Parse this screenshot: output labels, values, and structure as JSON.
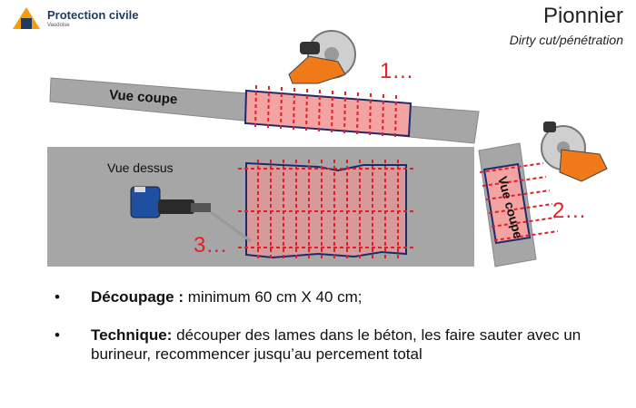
{
  "header": {
    "org_name": "Protection civile",
    "org_sub": "Vaudoise",
    "title": "Pionnier",
    "subtitle": "Dirty cut/pénétration"
  },
  "diagram": {
    "label_vue_coupe_1": "Vue coupe",
    "label_vue_dessus": "Vue dessus",
    "label_vue_coupe_2": "Vue coupe",
    "step_1": "1…",
    "step_2": "2…",
    "step_3": "3…",
    "colors": {
      "slab": "#a6a6a6",
      "cut_zone": "#f4a3a3",
      "cut_line": "#e21f26",
      "outline": "#1f2a6b",
      "step_number": "#e21f26"
    }
  },
  "bullets": [
    {
      "heading": "Découpage :",
      "text": " minimum 60 cm X 40 cm;"
    },
    {
      "heading": "Technique:",
      "text": " découper des lames dans le béton, les faire sauter avec un burineur, recommencer jusqu’au percement total"
    }
  ],
  "bullet_symbol": "•"
}
